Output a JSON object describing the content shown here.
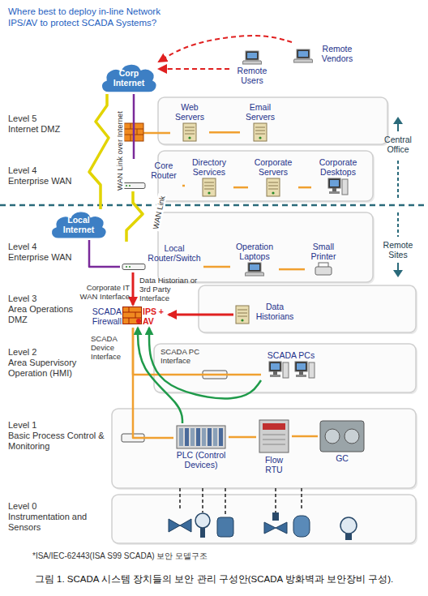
{
  "diagram": {
    "title": "Where best to deploy in-line Network IPS/AV to protect SCADA Systems?",
    "caption": "그림 1. SCADA 시스템 장치들의 보안 관리 구성안(SCADA 방화벽과 보안장비 구성).",
    "nodes": [
      {
        "text": [
          "Remote Vendors"
        ]
      },
      {
        "text": [
          "Remote Users"
        ]
      },
      {
        "text": [
          "Corp Internet"
        ]
      },
      {
        "text": [
          "Web Servers"
        ]
      },
      {
        "text": [
          "Email Servers"
        ]
      },
      {
        "text": [
          "Core Router"
        ]
      },
      {
        "text": [
          "Directory Services"
        ]
      },
      {
        "text": [
          "Corporate Servers"
        ]
      },
      {
        "text": [
          "Corporate Desktops"
        ]
      },
      {
        "text": [
          "Local Internet"
        ]
      },
      {
        "text": [
          "Local Router/Switch"
        ]
      },
      {
        "text": [
          "Operation Laptops"
        ]
      },
      {
        "text": [
          "Small Printer"
        ]
      },
      {
        "text": [
          "SCADA Firewall",
          "IPS + AV"
        ]
      },
      {
        "text": [
          "Data Historians"
        ]
      },
      {
        "text": [
          "SCADA PCs"
        ]
      },
      {
        "text": [
          "PLC (Control Devices)"
        ]
      },
      {
        "text": [
          "Flow RTU"
        ]
      },
      {
        "text": [
          "GC"
        ]
      }
    ],
    "edges": [
      {
        "from": 0,
        "to": 2,
        "arrow": "to"
      },
      {
        "from": 1,
        "to": 2,
        "arrow": "to"
      },
      {
        "from": 2,
        "to": 5,
        "arrow": "none"
      },
      {
        "from": 2,
        "to": 9,
        "arrow": "none"
      },
      {
        "from": 3,
        "to": 4,
        "arrow": "none"
      },
      {
        "from": 5,
        "to": 6,
        "arrow": "none"
      },
      {
        "from": 6,
        "to": 7,
        "arrow": "none"
      },
      {
        "from": 7,
        "to": 8,
        "arrow": "none"
      },
      {
        "from": 5,
        "to": 10,
        "arrow": "none"
      },
      {
        "from": 9,
        "to": 10,
        "arrow": "none"
      },
      {
        "from": 10,
        "to": 11,
        "arrow": "none"
      },
      {
        "from": 11,
        "to": 12,
        "arrow": "none"
      },
      {
        "from": 10,
        "to": 13,
        "arrow": "to"
      },
      {
        "from": 14,
        "to": 13,
        "arrow": "to"
      },
      {
        "from": 13,
        "to": 15,
        "arrow": "none"
      },
      {
        "from": 13,
        "to": 16,
        "arrow": "none"
      },
      {
        "from": 15,
        "to": 13,
        "arrow": "to"
      },
      {
        "from": 16,
        "to": 13,
        "arrow": "to"
      },
      {
        "from": 16,
        "to": 17,
        "arrow": "none"
      },
      {
        "from": 17,
        "to": 18,
        "arrow": "none"
      }
    ],
    "labels": [
      "Level 5",
      "Internet DMZ",
      "Level 4",
      "Enterprise WAN",
      "Level 4",
      "Enterprise WAN",
      "Level 3",
      "Area Operations DMZ",
      "Level 2",
      "Area Supervisory Operation (HMI)",
      "Level 1",
      "Basic Process Control & Monitoring",
      "Level 0",
      "Instrumentation and Sensors",
      "Central Office",
      "Remote Sites",
      "WAN Link over Internet",
      "WAN Link",
      "Corporate IT WAN Interface",
      "Data Historian or 3rd Party Interface",
      "SCADA Device Interface",
      "SCADA PC Interface",
      "*ISA/IEC-62443(ISA S99 SCADA) 보안 모델구조"
    ]
  }
}
